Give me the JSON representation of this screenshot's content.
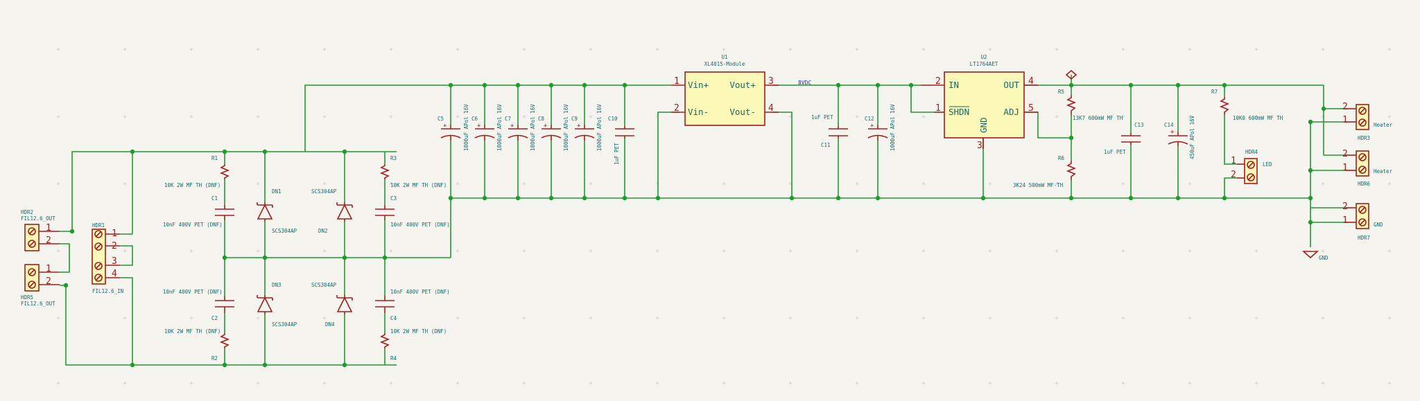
{
  "components": {
    "U1": {
      "ref": "U1",
      "value": "XL4015-Module",
      "pins": [
        "Vin+",
        "Vin-",
        "Vout+",
        "Vout-"
      ],
      "pin_numbers": [
        "1",
        "2",
        "3",
        "4"
      ]
    },
    "U2": {
      "ref": "U2",
      "value": "LT1764AET",
      "pins": [
        "IN",
        "SHDN",
        "OUT",
        "ADJ",
        "GND"
      ],
      "pin_numbers": [
        "2",
        "1",
        "4",
        "5",
        "3"
      ]
    },
    "HDR1": {
      "ref": "HDR1",
      "value": "FIL12.6_IN",
      "pins": [
        "1",
        "2",
        "3",
        "4"
      ]
    },
    "HDR2": {
      "ref": "HDR2",
      "value": "FIL12.6_OUT",
      "pins": [
        "1",
        "2"
      ]
    },
    "HDR5": {
      "ref": "HDR5",
      "value": "FIL12.6_OUT",
      "pins": [
        "1",
        "2"
      ]
    },
    "HDR3": {
      "ref": "HDR3",
      "value": "Heater",
      "pins": [
        "2",
        "1"
      ]
    },
    "HDR6": {
      "ref": "HDR6",
      "value": "Heater",
      "pins": [
        "2",
        "1"
      ]
    },
    "HDR7": {
      "ref": "HDR7",
      "value": "GND",
      "pins": [
        "2",
        "1"
      ]
    },
    "HDR4": {
      "ref": "HDR4",
      "value": "LED",
      "pins": [
        "1",
        "2"
      ]
    },
    "R1": {
      "ref": "R1",
      "value": "10K 2W MF TH (DNF)"
    },
    "R2": {
      "ref": "R2",
      "value": "10K 2W MF TH (DNF)"
    },
    "R3": {
      "ref": "R3",
      "value": "10K 2W MF TH (DNF)"
    },
    "R4": {
      "ref": "R4",
      "value": "10K 2W MF TH (DNF)"
    },
    "R5": {
      "ref": "R5",
      "value": "13K7 600mW MF TH"
    },
    "R6": {
      "ref": "R6",
      "value": "3K24 500mW MF-TH"
    },
    "R7": {
      "ref": "R7",
      "value": "10K0 600mW MF TH"
    },
    "C1": {
      "ref": "C1",
      "value": "10nF 400V PET (DNF)"
    },
    "C2": {
      "ref": "C2",
      "value": "10nF 400V PET (DNF)"
    },
    "C3": {
      "ref": "C3",
      "value": "10nF 400V PET (DNF)"
    },
    "C4": {
      "ref": "C4",
      "value": "10nF 400V PET (DNF)"
    },
    "C5": {
      "ref": "C5",
      "value": "1000uF APol 16V"
    },
    "C6": {
      "ref": "C6",
      "value": "1000uF APol 16V"
    },
    "C7": {
      "ref": "C7",
      "value": "1000uF APol 16V"
    },
    "C8": {
      "ref": "C8",
      "value": "1000uF APol 16V"
    },
    "C9": {
      "ref": "C9",
      "value": "1000uF APol 16V"
    },
    "C10": {
      "ref": "C10",
      "value": "1uF PET"
    },
    "C11": {
      "ref": "C11",
      "value": "1uF PET"
    },
    "C12": {
      "ref": "C12",
      "value": "1000uF APol 16V"
    },
    "C13": {
      "ref": "C13",
      "value": "1uF PET"
    },
    "C14": {
      "ref": "C14",
      "value": "450uF APol 16V"
    },
    "DN1": {
      "ref": "DN1",
      "value": "SCS304AP"
    },
    "DN2": {
      "ref": "DN2",
      "value": "SCS304AP"
    },
    "DN3": {
      "ref": "DN3",
      "value": "SCS304AP"
    },
    "DN4": {
      "ref": "DN4",
      "value": "SCS304AP"
    }
  },
  "nets": {
    "vdc": "8VDC",
    "gnd": "GND"
  },
  "colors": {
    "background": "#f5f4ef",
    "wire": "#1f9a2e",
    "symbol": "#a81b1b",
    "ic_fill": "#fbf8b8",
    "text": "#136b6b",
    "net_label": "#2b2bb0"
  }
}
